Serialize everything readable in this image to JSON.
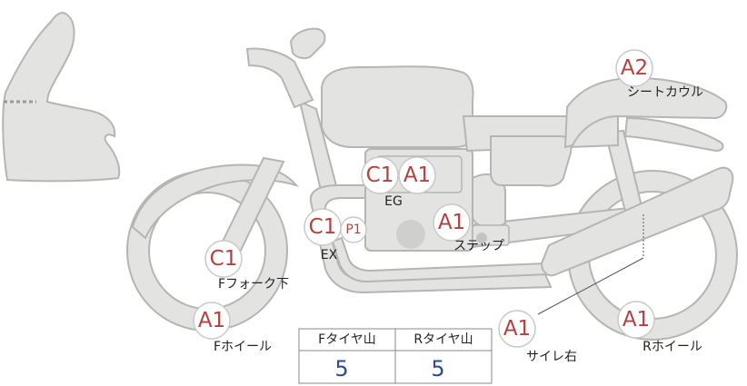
{
  "parts": [
    {
      "id": "seat-cowl",
      "grade": "A2",
      "label": "シートカウル"
    },
    {
      "id": "engine-c1",
      "grade": "C1",
      "label": ""
    },
    {
      "id": "engine-a1",
      "grade": "A1",
      "label": "EG"
    },
    {
      "id": "exhaust",
      "grade": "C1",
      "label": "EX"
    },
    {
      "id": "exhaust-point",
      "grade": "P1",
      "label": ""
    },
    {
      "id": "step",
      "grade": "A1",
      "label": "ステップ"
    },
    {
      "id": "front-fork-lower",
      "grade": "C1",
      "label": "Fフォーク下"
    },
    {
      "id": "front-wheel",
      "grade": "A1",
      "label": "Fホイール"
    },
    {
      "id": "silencer-right",
      "grade": "A1",
      "label": "サイレ右"
    },
    {
      "id": "rear-wheel",
      "grade": "A1",
      "label": "Rホイール"
    }
  ],
  "tread_table": {
    "headers": [
      "Fタイヤ山",
      "Rタイヤ山"
    ],
    "values": [
      "5",
      "5"
    ]
  }
}
